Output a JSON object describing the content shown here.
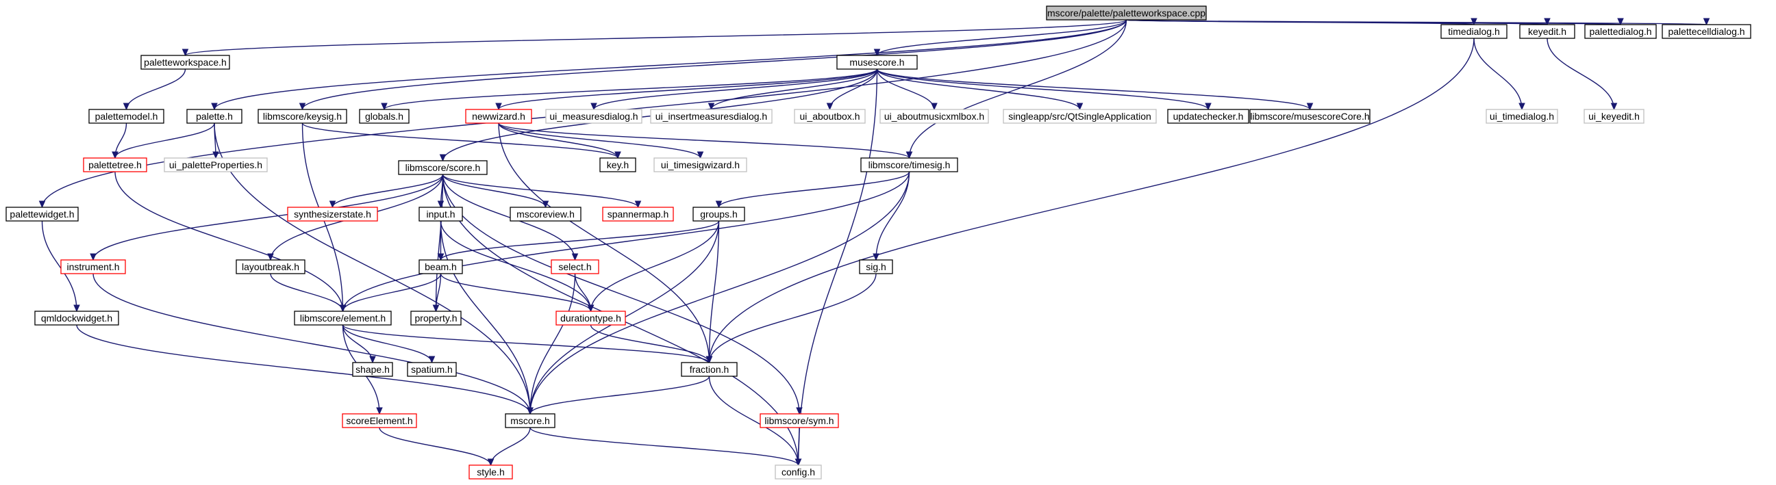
{
  "colors": {
    "edge": "#191970",
    "border_normal": "#000000",
    "border_truncated": "#ff0000",
    "border_external": "#bfbfbf",
    "fill_root": "#bfbfbf",
    "fill_default": "#ffffff",
    "text_default": "#000000",
    "text_external": "#8c8c8c"
  },
  "nodes": [
    {
      "id": "root",
      "label": "mscore/palette/paletteworkspace.cpp",
      "kind": "root"
    },
    {
      "id": "paletteworkspace_h",
      "label": "paletteworkspace.h",
      "kind": "normal"
    },
    {
      "id": "musescore_h",
      "label": "musescore.h",
      "kind": "normal"
    },
    {
      "id": "timedialog_h",
      "label": "timedialog.h",
      "kind": "normal"
    },
    {
      "id": "keyedit_h",
      "label": "keyedit.h",
      "kind": "normal"
    },
    {
      "id": "palettedialog_h",
      "label": "palettedialog.h",
      "kind": "normal"
    },
    {
      "id": "palettecelldialog_h",
      "label": "palettecelldialog.h",
      "kind": "normal"
    },
    {
      "id": "palettemodel_h",
      "label": "palettemodel.h",
      "kind": "normal"
    },
    {
      "id": "palette_h",
      "label": "palette.h",
      "kind": "normal"
    },
    {
      "id": "keysig_h",
      "label": "libmscore/keysig.h",
      "kind": "normal"
    },
    {
      "id": "globals_h",
      "label": "globals.h",
      "kind": "normal"
    },
    {
      "id": "newwizard_h",
      "label": "newwizard.h",
      "kind": "truncated"
    },
    {
      "id": "ui_measuresdialog_h",
      "label": "ui_measuresdialog.h",
      "kind": "external"
    },
    {
      "id": "ui_insertmeasuresdialog_h",
      "label": "ui_insertmeasuresdialog.h",
      "kind": "external"
    },
    {
      "id": "ui_aboutbox_h",
      "label": "ui_aboutbox.h",
      "kind": "external"
    },
    {
      "id": "ui_aboutmusicxmlbox_h",
      "label": "ui_aboutmusicxmlbox.h",
      "kind": "external"
    },
    {
      "id": "qtsingleapp_h",
      "label": "singleapp/src/QtSingleApplication",
      "kind": "external"
    },
    {
      "id": "updatechecker_h",
      "label": "updatechecker.h",
      "kind": "normal"
    },
    {
      "id": "musescorecore_h",
      "label": "libmscore/musescoreCore.h",
      "kind": "normal"
    },
    {
      "id": "ui_timedialog_h",
      "label": "ui_timedialog.h",
      "kind": "external"
    },
    {
      "id": "ui_keyedit_h",
      "label": "ui_keyedit.h",
      "kind": "external"
    },
    {
      "id": "palettetree_h",
      "label": "palettetree.h",
      "kind": "truncated"
    },
    {
      "id": "ui_paletteproperties_h",
      "label": "ui_paletteProperties.h",
      "kind": "external"
    },
    {
      "id": "key_h",
      "label": "key.h",
      "kind": "normal"
    },
    {
      "id": "ui_timesigwizard_h",
      "label": "ui_timesigwizard.h",
      "kind": "external"
    },
    {
      "id": "score_h",
      "label": "libmscore/score.h",
      "kind": "normal"
    },
    {
      "id": "timesig_h",
      "label": "libmscore/timesig.h",
      "kind": "normal"
    },
    {
      "id": "palettewidget_h",
      "label": "palettewidget.h",
      "kind": "normal"
    },
    {
      "id": "synthesizerstate_h",
      "label": "synthesizerstate.h",
      "kind": "truncated"
    },
    {
      "id": "input_h",
      "label": "input.h",
      "kind": "normal"
    },
    {
      "id": "mscoreview_h",
      "label": "mscoreview.h",
      "kind": "normal"
    },
    {
      "id": "spannermap_h",
      "label": "spannermap.h",
      "kind": "truncated"
    },
    {
      "id": "groups_h",
      "label": "groups.h",
      "kind": "normal"
    },
    {
      "id": "instrument_h",
      "label": "instrument.h",
      "kind": "truncated"
    },
    {
      "id": "layoutbreak_h",
      "label": "layoutbreak.h",
      "kind": "normal"
    },
    {
      "id": "beam_h",
      "label": "beam.h",
      "kind": "normal"
    },
    {
      "id": "select_h",
      "label": "select.h",
      "kind": "truncated"
    },
    {
      "id": "sig_h",
      "label": "sig.h",
      "kind": "normal"
    },
    {
      "id": "qmldockwidget_h",
      "label": "qmldockwidget.h",
      "kind": "normal"
    },
    {
      "id": "element_h",
      "label": "libmscore/element.h",
      "kind": "normal"
    },
    {
      "id": "property_h",
      "label": "property.h",
      "kind": "normal"
    },
    {
      "id": "durationtype_h",
      "label": "durationtype.h",
      "kind": "truncated"
    },
    {
      "id": "shape_h",
      "label": "shape.h",
      "kind": "normal"
    },
    {
      "id": "spatium_h",
      "label": "spatium.h",
      "kind": "normal"
    },
    {
      "id": "fraction_h",
      "label": "fraction.h",
      "kind": "normal"
    },
    {
      "id": "scoreelement_h",
      "label": "scoreElement.h",
      "kind": "truncated"
    },
    {
      "id": "mscore_h",
      "label": "mscore.h",
      "kind": "normal"
    },
    {
      "id": "sym_h",
      "label": "libmscore/sym.h",
      "kind": "truncated"
    },
    {
      "id": "style_h",
      "label": "style.h",
      "kind": "truncated"
    },
    {
      "id": "config_h",
      "label": "config.h",
      "kind": "external"
    }
  ],
  "edges": [
    [
      "root",
      "paletteworkspace_h"
    ],
    [
      "root",
      "musescore_h"
    ],
    [
      "root",
      "timedialog_h"
    ],
    [
      "root",
      "keyedit_h"
    ],
    [
      "root",
      "palettedialog_h"
    ],
    [
      "root",
      "palettecelldialog_h"
    ],
    [
      "root",
      "palette_h"
    ],
    [
      "root",
      "keysig_h"
    ],
    [
      "root",
      "timesig_h"
    ],
    [
      "root",
      "palettewidget_h"
    ],
    [
      "paletteworkspace_h",
      "palettemodel_h"
    ],
    [
      "palettemodel_h",
      "palettetree_h"
    ],
    [
      "palette_h",
      "palettetree_h"
    ],
    [
      "palette_h",
      "ui_paletteproperties_h"
    ],
    [
      "palette_h",
      "mscore_h"
    ],
    [
      "keysig_h",
      "key_h"
    ],
    [
      "keysig_h",
      "element_h"
    ],
    [
      "musescore_h",
      "globals_h"
    ],
    [
      "musescore_h",
      "newwizard_h"
    ],
    [
      "musescore_h",
      "ui_measuresdialog_h"
    ],
    [
      "musescore_h",
      "ui_insertmeasuresdialog_h"
    ],
    [
      "musescore_h",
      "ui_aboutbox_h"
    ],
    [
      "musescore_h",
      "ui_aboutmusicxmlbox_h"
    ],
    [
      "musescore_h",
      "qtsingleapp_h"
    ],
    [
      "musescore_h",
      "updatechecker_h"
    ],
    [
      "musescore_h",
      "musescorecore_h"
    ],
    [
      "musescore_h",
      "score_h"
    ],
    [
      "musescore_h",
      "config_h"
    ],
    [
      "newwizard_h",
      "key_h"
    ],
    [
      "newwizard_h",
      "ui_timesigwizard_h"
    ],
    [
      "newwizard_h",
      "timesig_h"
    ],
    [
      "newwizard_h",
      "fraction_h"
    ],
    [
      "timedialog_h",
      "ui_timedialog_h"
    ],
    [
      "timedialog_h",
      "fraction_h"
    ],
    [
      "keyedit_h",
      "ui_keyedit_h"
    ],
    [
      "palettetree_h",
      "element_h"
    ],
    [
      "score_h",
      "synthesizerstate_h"
    ],
    [
      "score_h",
      "input_h"
    ],
    [
      "score_h",
      "mscoreview_h"
    ],
    [
      "score_h",
      "spannermap_h"
    ],
    [
      "score_h",
      "instrument_h"
    ],
    [
      "score_h",
      "layoutbreak_h"
    ],
    [
      "score_h",
      "select_h"
    ],
    [
      "score_h",
      "property_h"
    ],
    [
      "score_h",
      "sym_h"
    ],
    [
      "score_h",
      "config_h"
    ],
    [
      "timesig_h",
      "groups_h"
    ],
    [
      "timesig_h",
      "sig_h"
    ],
    [
      "timesig_h",
      "element_h"
    ],
    [
      "timesig_h",
      "mscore_h"
    ],
    [
      "groups_h",
      "beam_h"
    ],
    [
      "groups_h",
      "durationtype_h"
    ],
    [
      "groups_h",
      "fraction_h"
    ],
    [
      "groups_h",
      "mscore_h"
    ],
    [
      "input_h",
      "beam_h"
    ],
    [
      "input_h",
      "durationtype_h"
    ],
    [
      "input_h",
      "mscore_h"
    ],
    [
      "palettewidget_h",
      "qmldockwidget_h"
    ],
    [
      "instrument_h",
      "mscore_h"
    ],
    [
      "layoutbreak_h",
      "element_h"
    ],
    [
      "beam_h",
      "element_h"
    ],
    [
      "beam_h",
      "property_h"
    ],
    [
      "beam_h",
      "durationtype_h"
    ],
    [
      "select_h",
      "durationtype_h"
    ],
    [
      "select_h",
      "mscore_h"
    ],
    [
      "sig_h",
      "fraction_h"
    ],
    [
      "qmldockwidget_h",
      "mscore_h"
    ],
    [
      "element_h",
      "shape_h"
    ],
    [
      "element_h",
      "spatium_h"
    ],
    [
      "element_h",
      "fraction_h"
    ],
    [
      "element_h",
      "scoreelement_h"
    ],
    [
      "durationtype_h",
      "fraction_h"
    ],
    [
      "fraction_h",
      "mscore_h"
    ],
    [
      "fraction_h",
      "config_h"
    ],
    [
      "scoreelement_h",
      "style_h"
    ],
    [
      "mscore_h",
      "style_h"
    ],
    [
      "mscore_h",
      "config_h"
    ],
    [
      "sym_h",
      "config_h"
    ]
  ]
}
